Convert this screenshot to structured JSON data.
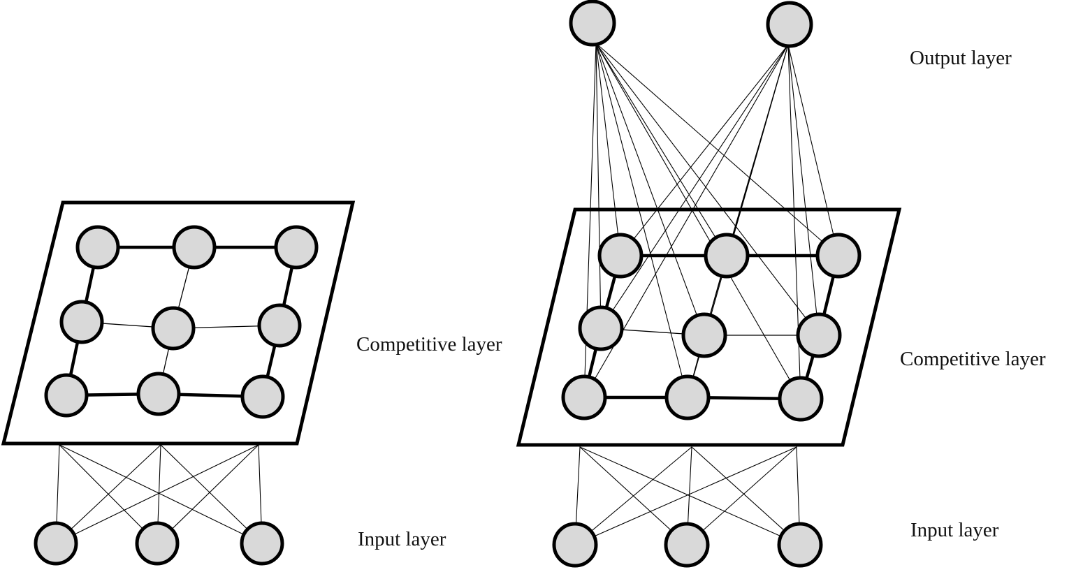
{
  "labels": {
    "left_competitive": "Competitive layer",
    "left_input": "Input layer",
    "right_output": "Output layer",
    "right_competitive": "Competitive layer",
    "right_input": "Input layer"
  },
  "colors": {
    "node_fill": "#d9d9d9",
    "stroke": "#000000",
    "background": "#ffffff"
  },
  "networks": [
    {
      "name": "som",
      "layers": [
        "Input layer",
        "Competitive layer"
      ],
      "input_nodes": 3,
      "competitive_grid": [
        3,
        3
      ]
    },
    {
      "name": "cpn",
      "layers": [
        "Input layer",
        "Competitive layer",
        "Output layer"
      ],
      "input_nodes": 3,
      "competitive_grid": [
        3,
        3
      ],
      "output_nodes": 2
    }
  ]
}
